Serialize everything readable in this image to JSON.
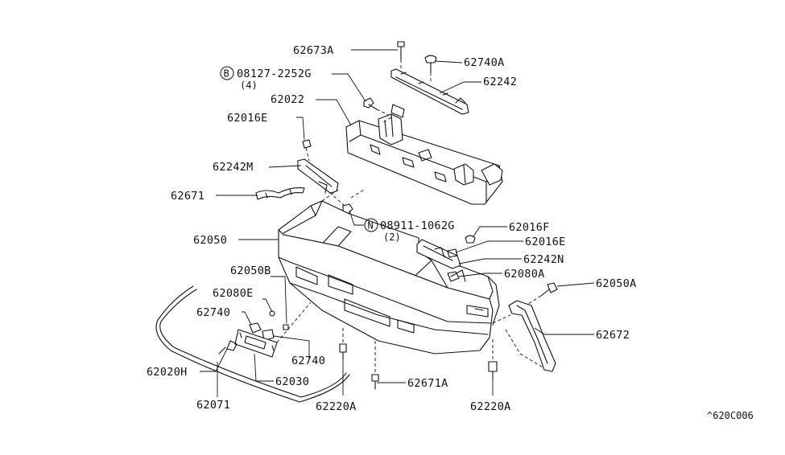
{
  "diagram": {
    "code": "^620C006",
    "labels": {
      "62673A": "62673A",
      "62740A": "62740A",
      "62242": "62242",
      "bolt_b": "08127-2252G",
      "bolt_b_qty": "(4)",
      "bolt_b_badge": "B",
      "62022": "62022",
      "62016E_top": "62016E",
      "62242M": "62242M",
      "62671": "62671",
      "nut_n": "08911-1062G",
      "nut_n_qty": "(2)",
      "nut_n_badge": "N",
      "62016F": "62016F",
      "62016E_right": "62016E",
      "62242N": "62242N",
      "62050": "62050",
      "62050B": "62050B",
      "62080A": "62080A",
      "62050A": "62050A",
      "62080E": "62080E",
      "62740_left": "62740",
      "62672": "62672",
      "62740_right": "62740",
      "62020H": "62020H",
      "62030": "62030",
      "62671A": "62671A",
      "62071": "62071",
      "62220A_left": "62220A",
      "62220A_right": "62220A"
    }
  }
}
